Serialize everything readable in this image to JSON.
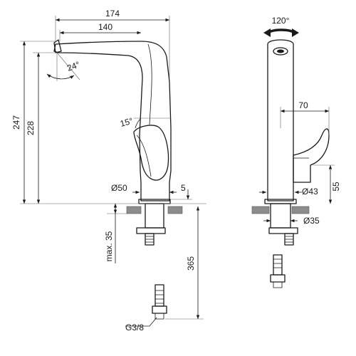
{
  "dimensions": {
    "width_total": "174",
    "width_spout": "140",
    "height_total": "247",
    "height_spout": "228",
    "spout_angle": "24°",
    "lever_angle": "15°",
    "swivel_angle": "120°",
    "lever_reach": "70",
    "lever_height": "55",
    "base_diameter": "Ø50",
    "base_thickness": "5",
    "base_diameter_side": "Ø43",
    "hole_diameter": "Ø35",
    "max_deck": "max. 35",
    "hose_length": "365",
    "connection": "G3/8"
  }
}
